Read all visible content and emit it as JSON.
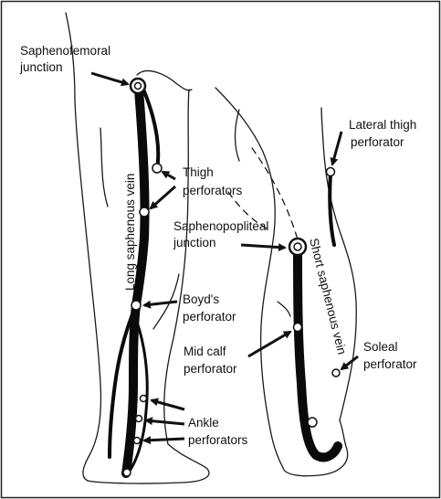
{
  "labels": {
    "saphenofemoral_1": "Saphenofemoral",
    "saphenofemoral_2": "junction",
    "long_saphenous": "Long saphenous vein",
    "thigh_perf_1": "Thigh",
    "thigh_perf_2": "perforators",
    "saphenopopliteal_1": "Saphenopopliteal",
    "saphenopopliteal_2": "junction",
    "short_saphenous": "Short saphenous vein",
    "lateral_thigh_1": "Lateral thigh",
    "lateral_thigh_2": "perforator",
    "boyds_1": "Boyd's",
    "boyds_2": "perforator",
    "mid_calf_1": "Mid calf",
    "mid_calf_2": "perforator",
    "soleal_1": "Soleal",
    "soleal_2": "perforator",
    "ankle_1": "Ankle",
    "ankle_2": "perforators"
  },
  "colors": {
    "ink": "#111111",
    "background": "#ffffff"
  }
}
